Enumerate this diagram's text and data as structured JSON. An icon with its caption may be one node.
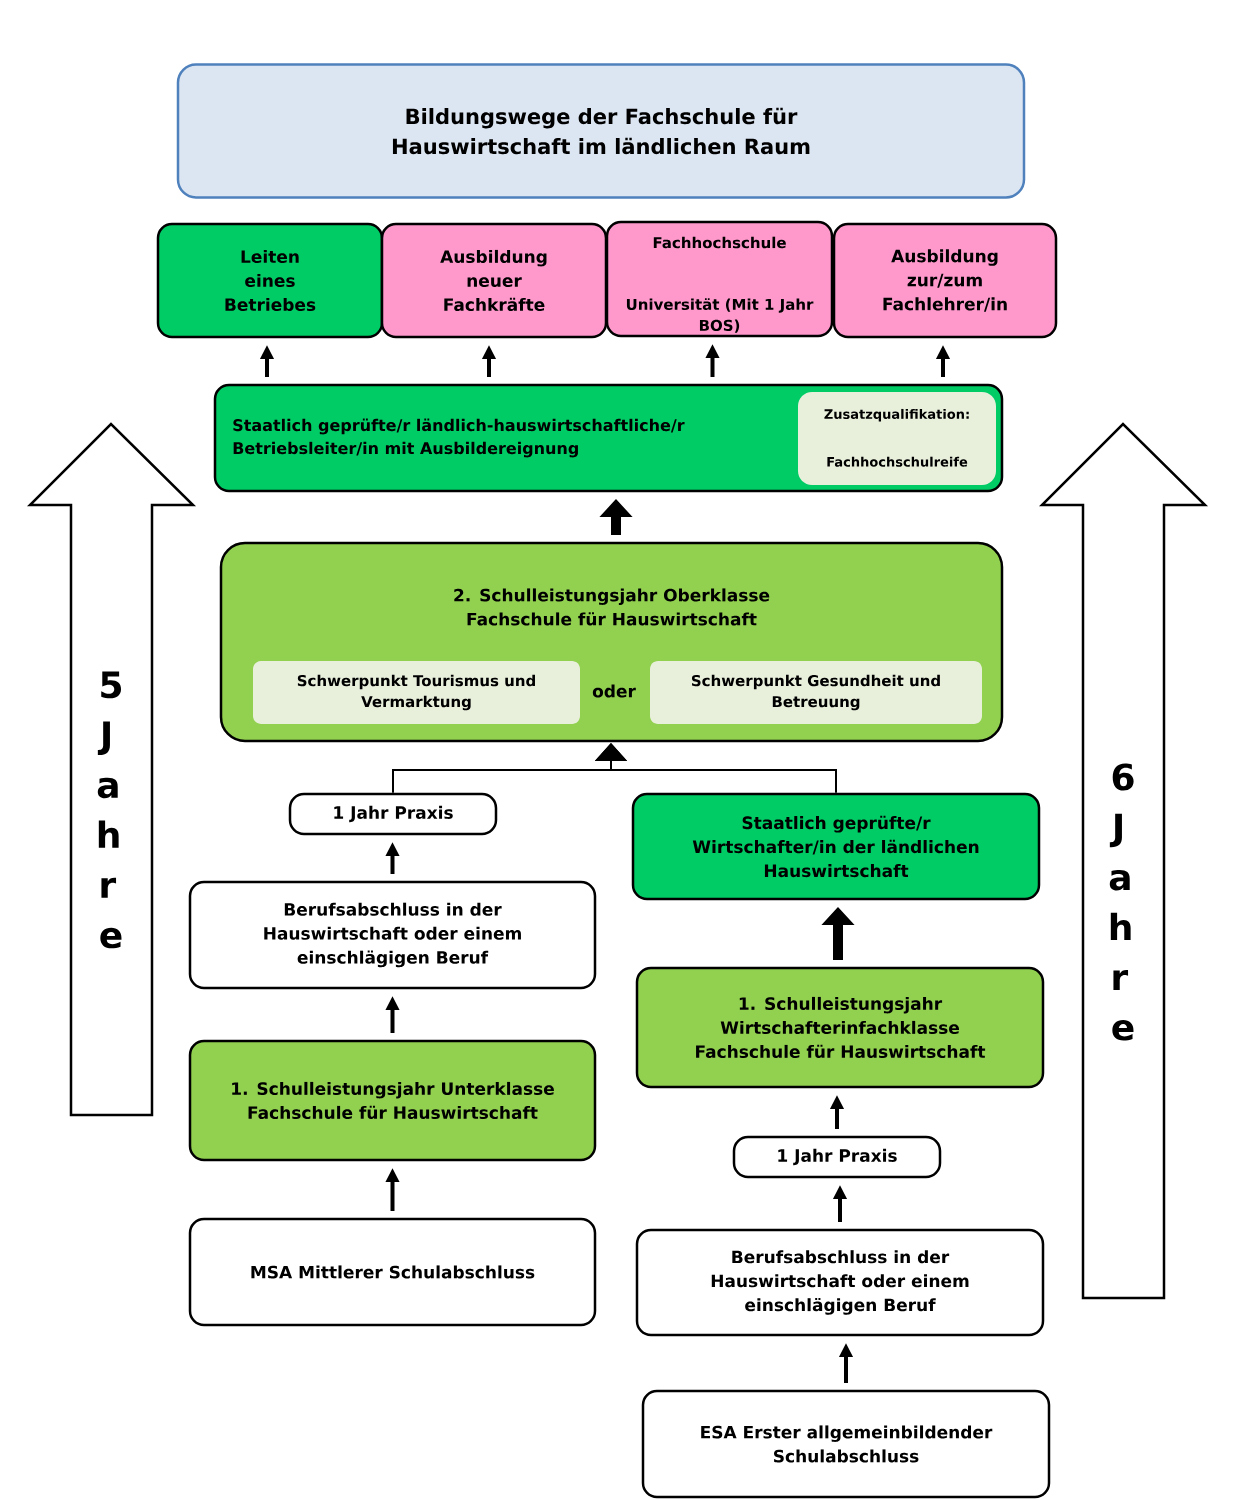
{
  "diagram": {
    "title": "Bildungswege der Fachschule für Hauswirtschaft im ländlichen Raum",
    "nodes": [
      {
        "text": [
          "Leiten eines Betriebes"
        ]
      },
      {
        "text": [
          "Ausbildung neuer Fachkräfte"
        ]
      },
      {
        "text": [
          "Fachhochschule",
          "Universität (Mit 1 Jahr BOS)"
        ]
      },
      {
        "text": [
          "Ausbildung zur/zum Fachlehrer/in"
        ]
      },
      {
        "text": [
          "Staatlich geprüfte/r ländlich-hauswirtschaftliche/r Betriebsleiter/in mit Ausbildereignung"
        ]
      },
      {
        "text": [
          "Zusatzqualifikation:",
          "Fachhochschulreife"
        ],
        "in": 4
      },
      {
        "text": [
          "2. Schulleistungsjahr Oberklasse Fachschule für Hauswirtschaft",
          "oder"
        ]
      },
      {
        "text": [
          "Schwerpunkt Tourismus und Vermarktung"
        ],
        "in": 6
      },
      {
        "text": [
          "Schwerpunkt Gesundheit und Betreuung"
        ],
        "in": 6
      },
      {
        "text": [
          "1 Jahr Praxis"
        ]
      },
      {
        "text": [
          "Berufsabschluss in der Hauswirtschaft oder einem einschlägigen Beruf"
        ]
      },
      {
        "text": [
          "1. Schulleistungsjahr Unterklasse Fachschule für Hauswirtschaft"
        ]
      },
      {
        "text": [
          "MSA Mittlerer Schulabschluss"
        ]
      },
      {
        "text": [
          "Staatlich geprüfte/r Wirtschafter/in der ländlichen Hauswirtschaft"
        ]
      },
      {
        "text": [
          "1. Schulleistungsjahr Wirtschafterinfachklasse Fachschule für Hauswirtschaft"
        ]
      },
      {
        "text": [
          "1 Jahr Praxis"
        ]
      },
      {
        "text": [
          "Berufsabschluss in der Hauswirtschaft oder einem einschlägigen Beruf"
        ]
      },
      {
        "text": [
          "ESA Erster allgemeinbildender Schulabschluss"
        ]
      },
      {
        "text": [
          "5 Jahre"
        ]
      },
      {
        "text": [
          "6 Jahre"
        ]
      }
    ],
    "edges": [
      {
        "from": 4,
        "to": 0,
        "arrow": "to"
      },
      {
        "from": 4,
        "to": 1,
        "arrow": "to"
      },
      {
        "from": 4,
        "to": 2,
        "arrow": "to"
      },
      {
        "from": 4,
        "to": 3,
        "arrow": "to"
      },
      {
        "from": 6,
        "to": 4,
        "arrow": "to",
        "style": "thick"
      },
      {
        "from": 9,
        "to": 6,
        "arrow": "to"
      },
      {
        "from": 13,
        "to": 6,
        "arrow": "to"
      },
      {
        "from": 10,
        "to": 9,
        "arrow": "to"
      },
      {
        "from": 11,
        "to": 10,
        "arrow": "to"
      },
      {
        "from": 12,
        "to": 11,
        "arrow": "to"
      },
      {
        "from": 14,
        "to": 13,
        "arrow": "to",
        "style": "thick"
      },
      {
        "from": 15,
        "to": 14,
        "arrow": "to"
      },
      {
        "from": 16,
        "to": 15,
        "arrow": "to"
      },
      {
        "from": 17,
        "to": 16,
        "arrow": "to"
      }
    ]
  }
}
